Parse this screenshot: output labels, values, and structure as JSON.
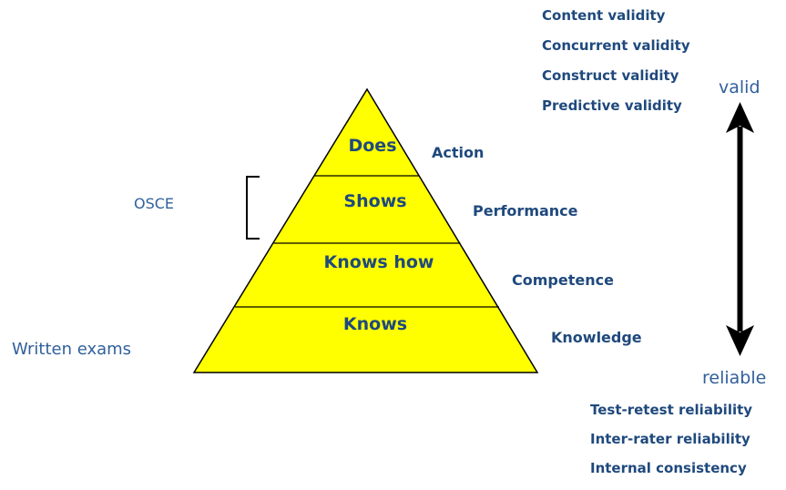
{
  "pyramid": {
    "levels": [
      {
        "label": "Does",
        "descriptor": "Action"
      },
      {
        "label": "Shows",
        "descriptor": "Performance"
      },
      {
        "label": "Knows how",
        "descriptor": "Competence"
      },
      {
        "label": "Knows",
        "descriptor": "Knowledge"
      }
    ]
  },
  "validity": {
    "items": [
      "Content validity",
      "Concurrent validity",
      "Construct validity",
      "Predictive validity"
    ]
  },
  "reliability": {
    "items": [
      "Test-retest reliability",
      "Inter-rater reliability",
      "Internal consistency"
    ]
  },
  "axis": {
    "top": "valid",
    "bottom": "reliable"
  },
  "assessment_methods": {
    "osce": "OSCE",
    "written_exams": "Written exams"
  },
  "colors": {
    "pyramid_fill": "#FFFF00",
    "outline": "#000000",
    "bold_text": "#1F497D",
    "regular_text": "#31609B",
    "arrow": "#000000"
  }
}
